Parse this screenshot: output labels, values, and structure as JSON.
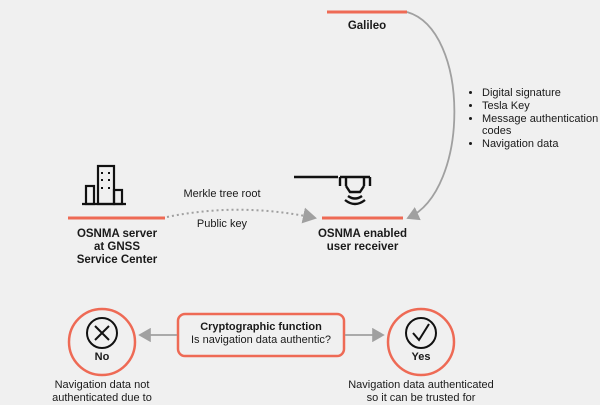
{
  "nodes": {
    "galileo": "Galileo",
    "server": [
      "OSNMA server",
      "at GNSS",
      "Service Center"
    ],
    "receiver": [
      "OSNMA enabled",
      "user receiver"
    ]
  },
  "galileo_messages": [
    "Digital signature",
    "Tesla Key",
    "Message authentication codes",
    "Navigation data"
  ],
  "server_link": {
    "top": "Merkle tree root",
    "bottom": "Public key"
  },
  "decision": {
    "title": "Cryptographic function",
    "question": "Is navigation data authentic?"
  },
  "outcomes": {
    "no": {
      "label": "No",
      "text": [
        "Navigation data not",
        "authenticated due to"
      ]
    },
    "yes": {
      "label": "Yes",
      "text": [
        "Navigation data authenticated",
        "so it can be trusted for"
      ]
    }
  },
  "colors": {
    "accent": "#ee6a55",
    "arrow": "#a0a0a0",
    "background": "#f0f0f0"
  }
}
